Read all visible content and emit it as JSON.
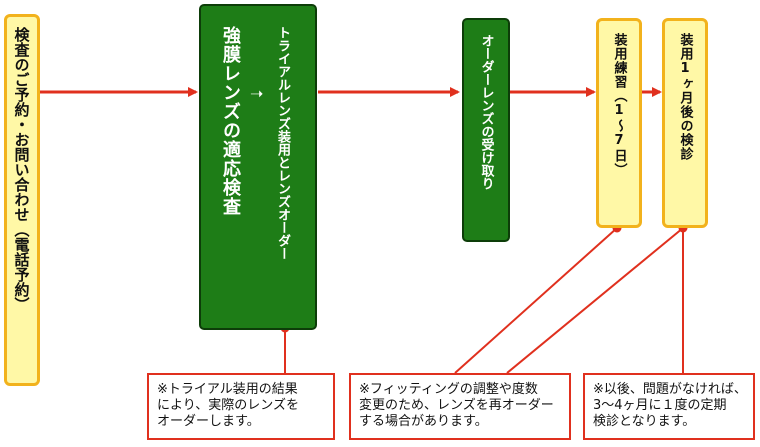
{
  "steps": {
    "inquiry": "検査のご予約・お問い合わせ（電話予約）",
    "exam": "強膜レンズの適応検査",
    "trial": "トライアルレンズ装用とレンズオーダー",
    "receive": "オーダーレンズの受け取り",
    "practice": "装用練習（1～7日）",
    "checkup": "装用1ヶ月後の検診"
  },
  "trial_arrow": "➝",
  "notes": {
    "trial": [
      "※トライアル装用の結果",
      "により、実際のレンズを",
      "オーダーします。"
    ],
    "fitting": [
      "※フィッティングの調整や度数",
      "変更のため、レンズを再オーダー",
      "する場合があります。"
    ],
    "followup": [
      "※以後、問題がなければ、",
      "3～4ヶ月に１度の定期",
      "検診となります。"
    ]
  },
  "colors": {
    "arrow": "#e0301e",
    "green_box": "#1e7d17",
    "yellow_box": "#fff8a6",
    "yellow_border": "#f2b21c"
  }
}
